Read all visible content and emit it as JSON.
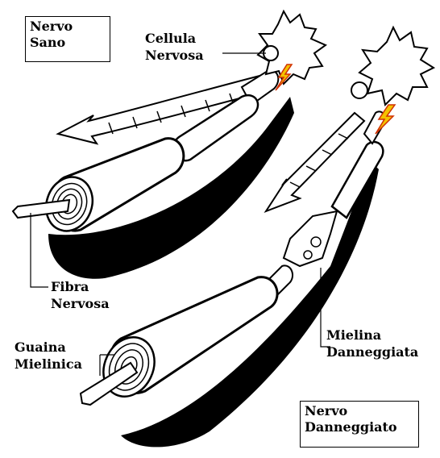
{
  "labels": {
    "healthy_nerve": {
      "line1": "Nervo",
      "line2": "Sano"
    },
    "nerve_cell": {
      "line1": "Cellula",
      "line2": "Nervosa"
    },
    "nerve_fiber": {
      "line1": "Fibra",
      "line2": "Nervosa"
    },
    "myelin_sheath": {
      "line1": "Guaina",
      "line2": "Mielinica"
    },
    "damaged_myelin": {
      "line1": "Mielina",
      "line2": "Danneggiata"
    },
    "damaged_nerve": {
      "line1": "Nervo",
      "line2": "Danneggiato"
    }
  }
}
